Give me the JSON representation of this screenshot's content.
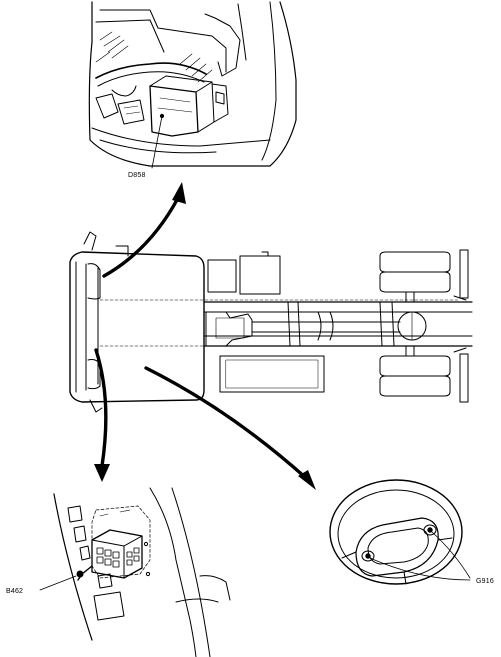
{
  "labels": {
    "relay_box": "D858",
    "relay_connector": "B462",
    "steering_connectors": "G916"
  }
}
